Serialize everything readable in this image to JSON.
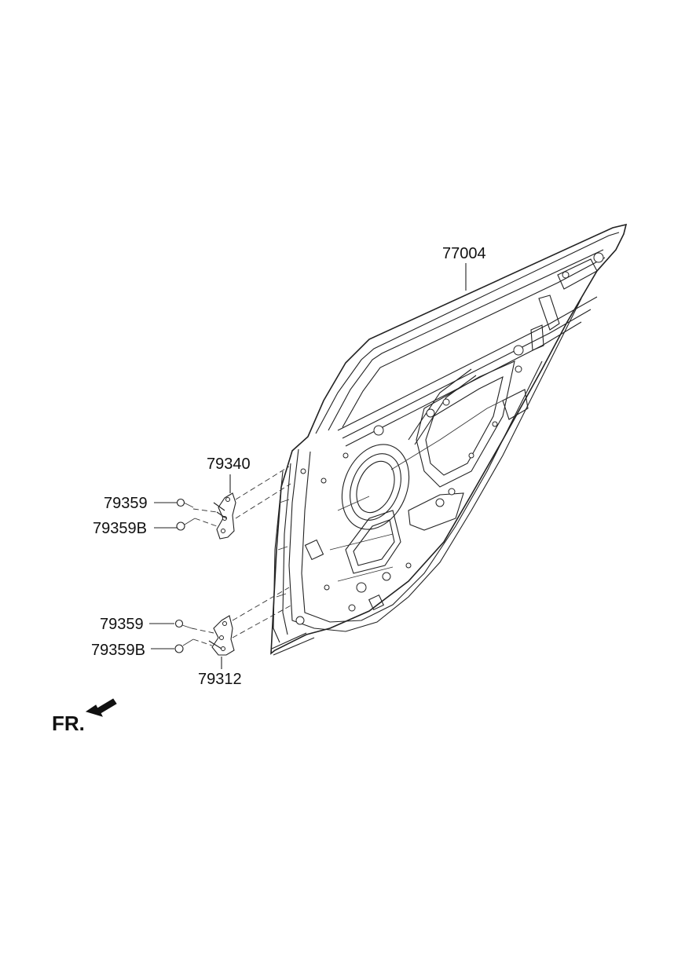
{
  "diagram": {
    "labels": {
      "door_panel": "77004",
      "upper_hinge": "79340",
      "upper_bolt": "79359",
      "upper_bolt_b": "79359B",
      "lower_bolt": "79359",
      "lower_bolt_b": "79359B",
      "lower_hinge": "79312"
    },
    "direction": "FR."
  }
}
